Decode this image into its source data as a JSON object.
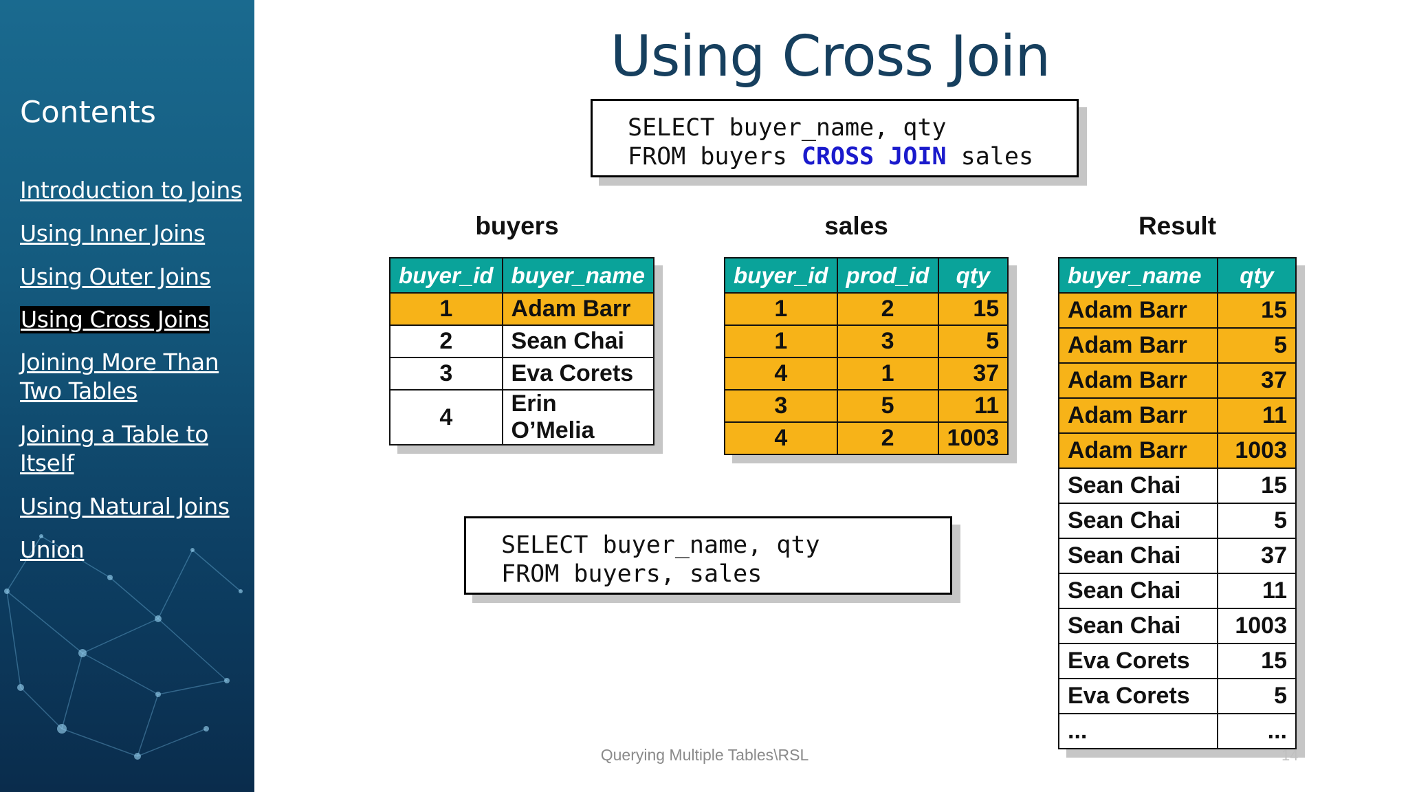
{
  "sidebar": {
    "heading": "Contents",
    "items": [
      {
        "label": "Introduction to Joins"
      },
      {
        "label": "Using Inner Joins"
      },
      {
        "label": "Using Outer Joins"
      },
      {
        "label": "Using Cross Joins",
        "active": true
      },
      {
        "label": "Joining More Than Two Tables"
      },
      {
        "label": "Joining a Table to Itself"
      },
      {
        "label": "Using Natural Joins"
      },
      {
        "label": "Union"
      }
    ]
  },
  "slide": {
    "title": "Using Cross Join",
    "code1": {
      "line1": "SELECT buyer_name, qty",
      "line2_pre": "FROM buyers ",
      "line2_kw": "CROSS JOIN",
      "line2_post": " sales"
    },
    "code2": {
      "line1": "SELECT buyer_name, qty",
      "line2": "FROM buyers, sales"
    },
    "buyers": {
      "caption": "buyers",
      "headers": [
        "buyer_id",
        "buyer_name"
      ],
      "rows": [
        [
          "1",
          "Adam Barr"
        ],
        [
          "2",
          "Sean Chai"
        ],
        [
          "3",
          "Eva Corets"
        ],
        [
          "4",
          "Erin O’Melia"
        ]
      ]
    },
    "sales": {
      "caption": "sales",
      "headers": [
        "buyer_id",
        "prod_id",
        "qty"
      ],
      "rows": [
        [
          "1",
          "2",
          "15"
        ],
        [
          "1",
          "3",
          "5"
        ],
        [
          "4",
          "1",
          "37"
        ],
        [
          "3",
          "5",
          "11"
        ],
        [
          "4",
          "2",
          "1003"
        ]
      ]
    },
    "result": {
      "caption": "Result",
      "headers": [
        "buyer_name",
        "qty"
      ],
      "rows": [
        [
          "Adam Barr",
          "15"
        ],
        [
          "Adam Barr",
          "5"
        ],
        [
          "Adam Barr",
          "37"
        ],
        [
          "Adam Barr",
          "11"
        ],
        [
          "Adam Barr",
          "1003"
        ],
        [
          "Sean Chai",
          "15"
        ],
        [
          "Sean Chai",
          "5"
        ],
        [
          "Sean Chai",
          "37"
        ],
        [
          "Sean Chai",
          "11"
        ],
        [
          "Sean Chai",
          "1003"
        ],
        [
          "Eva Corets",
          "15"
        ],
        [
          "Eva Corets",
          "5"
        ],
        [
          "...",
          "..."
        ]
      ]
    },
    "footer": "Querying Multiple Tables\\RSL",
    "slide_number": "14"
  },
  "colors": {
    "header_teal": "#0aa39a",
    "highlight_orange": "#f7b318",
    "keyword_blue": "#1a1acc",
    "title_navy": "#163f5e"
  }
}
